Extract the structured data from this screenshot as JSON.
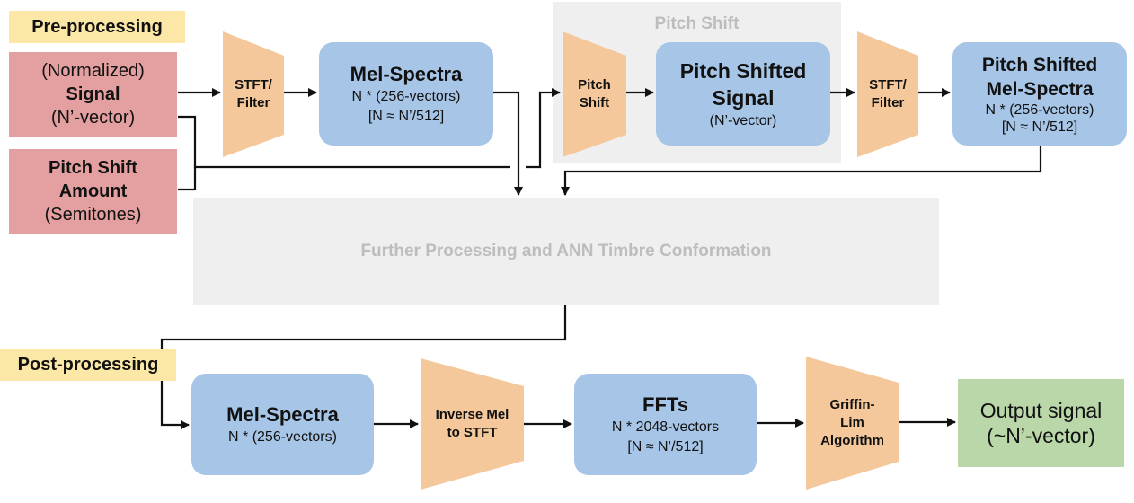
{
  "labels": {
    "pre": "Pre-processing",
    "post": "Post-processing",
    "pitch_shift_group": "Pitch Shift",
    "further": "Further Processing and ANN Timbre Conformation"
  },
  "signal_box": {
    "line1": "(Normalized)",
    "line2": "Signal",
    "line3": "(N’-vector)"
  },
  "amount_box": {
    "line1": "Pitch Shift",
    "line2": "Amount",
    "line3": "(Semitones)"
  },
  "stft1": {
    "line1": "STFT/",
    "line2": "Filter"
  },
  "mel1": {
    "title": "Mel-Spectra",
    "line2": "N * (256-vectors)",
    "line3": "[N ≈ N’/512]"
  },
  "pitch_shift_trap": {
    "line1": "Pitch",
    "line2": "Shift"
  },
  "shifted_signal": {
    "line1": "Pitch Shifted",
    "line2": "Signal",
    "line3": "(N’-vector)"
  },
  "stft2": {
    "line1": "STFT/",
    "line2": "Filter"
  },
  "shifted_mel": {
    "line1": "Pitch Shifted",
    "line2": "Mel-Spectra",
    "line3": "N * (256-vectors)",
    "line4": "[N ≈ N’/512]"
  },
  "mel2": {
    "title": "Mel-Spectra",
    "line2": "N * (256-vectors)"
  },
  "inverse_mel": {
    "line1": "Inverse Mel",
    "line2": "to STFT"
  },
  "ffts": {
    "title": "FFTs",
    "line2": "N * 2048-vectors",
    "line3": "[N ≈ N’/512]"
  },
  "griffin": {
    "line1": "Griffin-",
    "line2": "Lim",
    "line3": "Algorithm"
  },
  "output": {
    "line1": "Output signal",
    "line2": "(~N’-vector)"
  },
  "colors": {
    "tag": "#fbe7a6",
    "input_red": "#e4a0a0",
    "process_blue": "#a7c6e7",
    "trapezoid_orange": "#f4c89b",
    "group_grey": "#efefef",
    "output_green": "#b9d7a8"
  }
}
